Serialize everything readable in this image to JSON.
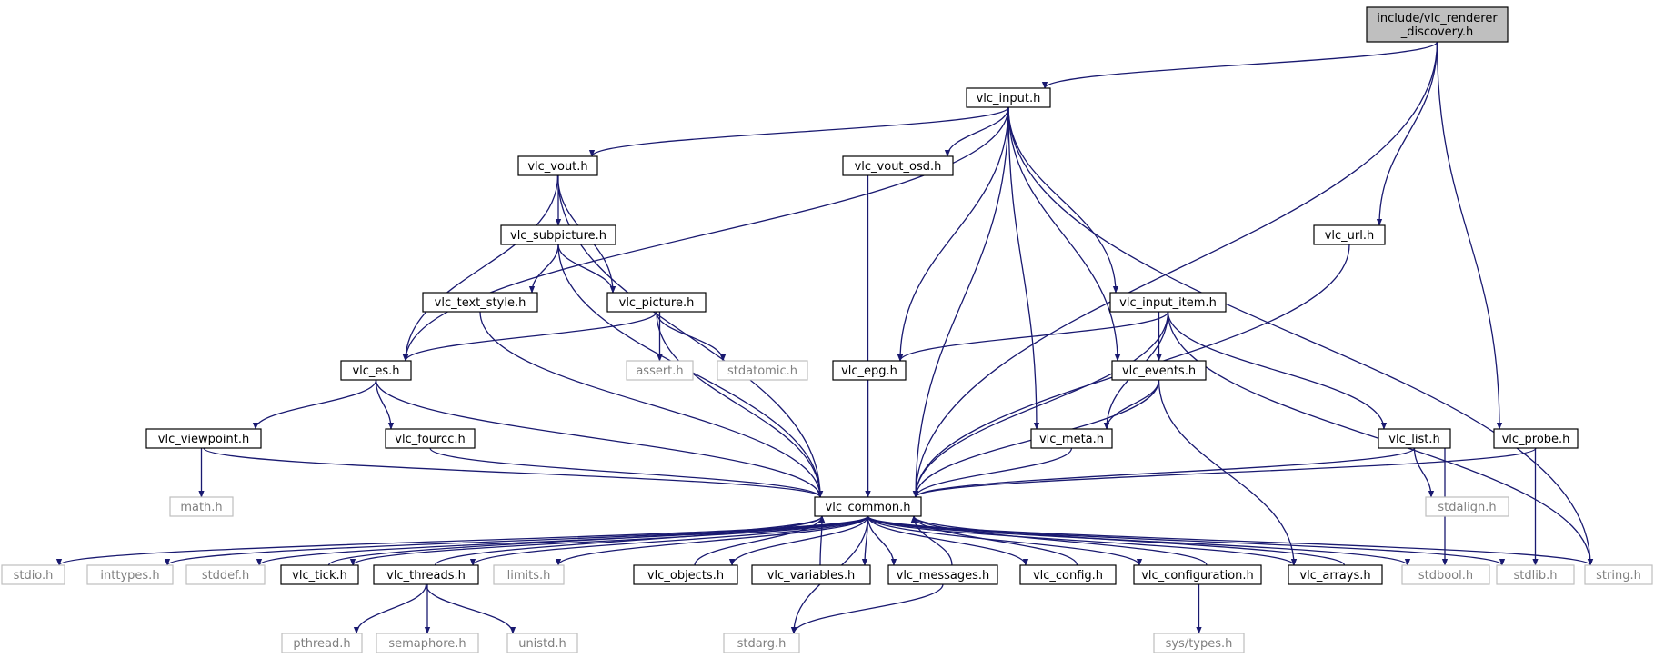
{
  "colors": {
    "edge": "#191970",
    "node_border": "#000000",
    "node_text": "#000000",
    "external_border": "#bfbfbf",
    "external_text": "#7f7f7f",
    "root_fill": "#bfbfbf",
    "node_fill": "#ffffff"
  },
  "nodes": [
    {
      "id": "root",
      "label": "include/vlc_renderer\n_discovery.h",
      "kind": "root"
    },
    {
      "id": "vlc_input",
      "label": "vlc_input.h",
      "kind": "header"
    },
    {
      "id": "vlc_vout",
      "label": "vlc_vout.h",
      "kind": "header"
    },
    {
      "id": "vlc_vout_osd",
      "label": "vlc_vout_osd.h",
      "kind": "header"
    },
    {
      "id": "vlc_url",
      "label": "vlc_url.h",
      "kind": "header"
    },
    {
      "id": "vlc_subpicture",
      "label": "vlc_subpicture.h",
      "kind": "header"
    },
    {
      "id": "vlc_text_style",
      "label": "vlc_text_style.h",
      "kind": "header"
    },
    {
      "id": "vlc_picture",
      "label": "vlc_picture.h",
      "kind": "header"
    },
    {
      "id": "vlc_input_item",
      "label": "vlc_input_item.h",
      "kind": "header"
    },
    {
      "id": "vlc_es",
      "label": "vlc_es.h",
      "kind": "header"
    },
    {
      "id": "assert",
      "label": "assert.h",
      "kind": "external"
    },
    {
      "id": "stdatomic",
      "label": "stdatomic.h",
      "kind": "external"
    },
    {
      "id": "vlc_epg",
      "label": "vlc_epg.h",
      "kind": "header"
    },
    {
      "id": "vlc_events",
      "label": "vlc_events.h",
      "kind": "header"
    },
    {
      "id": "vlc_viewpoint",
      "label": "vlc_viewpoint.h",
      "kind": "header"
    },
    {
      "id": "vlc_fourcc",
      "label": "vlc_fourcc.h",
      "kind": "header"
    },
    {
      "id": "vlc_meta",
      "label": "vlc_meta.h",
      "kind": "header"
    },
    {
      "id": "vlc_list",
      "label": "vlc_list.h",
      "kind": "header"
    },
    {
      "id": "vlc_probe",
      "label": "vlc_probe.h",
      "kind": "header"
    },
    {
      "id": "math",
      "label": "math.h",
      "kind": "external"
    },
    {
      "id": "vlc_common",
      "label": "vlc_common.h",
      "kind": "header"
    },
    {
      "id": "stdalign",
      "label": "stdalign.h",
      "kind": "external"
    },
    {
      "id": "stdio",
      "label": "stdio.h",
      "kind": "external"
    },
    {
      "id": "inttypes",
      "label": "inttypes.h",
      "kind": "external"
    },
    {
      "id": "stddef",
      "label": "stddef.h",
      "kind": "external"
    },
    {
      "id": "vlc_tick",
      "label": "vlc_tick.h",
      "kind": "header"
    },
    {
      "id": "vlc_threads",
      "label": "vlc_threads.h",
      "kind": "header"
    },
    {
      "id": "limits",
      "label": "limits.h",
      "kind": "external"
    },
    {
      "id": "vlc_objects",
      "label": "vlc_objects.h",
      "kind": "header"
    },
    {
      "id": "vlc_variables",
      "label": "vlc_variables.h",
      "kind": "header"
    },
    {
      "id": "vlc_messages",
      "label": "vlc_messages.h",
      "kind": "header"
    },
    {
      "id": "vlc_config",
      "label": "vlc_config.h",
      "kind": "header"
    },
    {
      "id": "vlc_configuration",
      "label": "vlc_configuration.h",
      "kind": "header"
    },
    {
      "id": "vlc_arrays",
      "label": "vlc_arrays.h",
      "kind": "header"
    },
    {
      "id": "stdbool",
      "label": "stdbool.h",
      "kind": "external"
    },
    {
      "id": "stdlib",
      "label": "stdlib.h",
      "kind": "external"
    },
    {
      "id": "string",
      "label": "string.h",
      "kind": "external"
    },
    {
      "id": "pthread",
      "label": "pthread.h",
      "kind": "external"
    },
    {
      "id": "semaphore",
      "label": "semaphore.h",
      "kind": "external"
    },
    {
      "id": "unistd",
      "label": "unistd.h",
      "kind": "external"
    },
    {
      "id": "stdarg",
      "label": "stdarg.h",
      "kind": "external"
    },
    {
      "id": "sys_types",
      "label": "sys/types.h",
      "kind": "external"
    }
  ],
  "edges": [
    [
      "root",
      "vlc_input"
    ],
    [
      "root",
      "vlc_url"
    ],
    [
      "root",
      "vlc_common"
    ],
    [
      "root",
      "vlc_probe"
    ],
    [
      "vlc_input",
      "vlc_vout"
    ],
    [
      "vlc_input",
      "vlc_vout_osd"
    ],
    [
      "vlc_input",
      "vlc_es"
    ],
    [
      "vlc_input",
      "vlc_epg"
    ],
    [
      "vlc_input",
      "vlc_common"
    ],
    [
      "vlc_input",
      "vlc_meta"
    ],
    [
      "vlc_input",
      "vlc_events"
    ],
    [
      "vlc_input",
      "vlc_input_item"
    ],
    [
      "vlc_input",
      "string"
    ],
    [
      "vlc_vout",
      "vlc_subpicture"
    ],
    [
      "vlc_vout",
      "vlc_picture"
    ],
    [
      "vlc_vout",
      "vlc_es"
    ],
    [
      "vlc_vout",
      "vlc_common"
    ],
    [
      "vlc_subpicture",
      "vlc_text_style"
    ],
    [
      "vlc_subpicture",
      "vlc_picture"
    ],
    [
      "vlc_subpicture",
      "vlc_common"
    ],
    [
      "vlc_text_style",
      "vlc_common"
    ],
    [
      "vlc_picture",
      "vlc_es"
    ],
    [
      "vlc_picture",
      "assert"
    ],
    [
      "vlc_picture",
      "stdatomic"
    ],
    [
      "vlc_picture",
      "vlc_common"
    ],
    [
      "vlc_vout_osd",
      "vlc_common"
    ],
    [
      "vlc_url",
      "vlc_common"
    ],
    [
      "vlc_es",
      "vlc_viewpoint"
    ],
    [
      "vlc_es",
      "vlc_fourcc"
    ],
    [
      "vlc_es",
      "vlc_common"
    ],
    [
      "vlc_viewpoint",
      "math"
    ],
    [
      "vlc_viewpoint",
      "vlc_common"
    ],
    [
      "vlc_fourcc",
      "vlc_common"
    ],
    [
      "vlc_epg",
      "vlc_common"
    ],
    [
      "vlc_input_item",
      "vlc_epg"
    ],
    [
      "vlc_input_item",
      "vlc_events"
    ],
    [
      "vlc_input_item",
      "vlc_meta"
    ],
    [
      "vlc_input_item",
      "vlc_common"
    ],
    [
      "vlc_input_item",
      "vlc_list"
    ],
    [
      "vlc_input_item",
      "string"
    ],
    [
      "vlc_events",
      "vlc_meta"
    ],
    [
      "vlc_events",
      "vlc_common"
    ],
    [
      "vlc_events",
      "vlc_arrays"
    ],
    [
      "vlc_meta",
      "vlc_common"
    ],
    [
      "vlc_list",
      "vlc_common"
    ],
    [
      "vlc_list",
      "stdalign"
    ],
    [
      "vlc_list",
      "stdbool"
    ],
    [
      "vlc_probe",
      "vlc_common"
    ],
    [
      "vlc_probe",
      "stdlib"
    ],
    [
      "vlc_common",
      "stdio"
    ],
    [
      "vlc_common",
      "inttypes"
    ],
    [
      "vlc_common",
      "stddef"
    ],
    [
      "vlc_common",
      "vlc_tick"
    ],
    [
      "vlc_common",
      "vlc_threads"
    ],
    [
      "vlc_common",
      "limits"
    ],
    [
      "vlc_common",
      "vlc_objects"
    ],
    [
      "vlc_common",
      "vlc_variables"
    ],
    [
      "vlc_common",
      "vlc_messages"
    ],
    [
      "vlc_common",
      "vlc_config"
    ],
    [
      "vlc_common",
      "vlc_configuration"
    ],
    [
      "vlc_common",
      "vlc_arrays"
    ],
    [
      "vlc_common",
      "stdbool"
    ],
    [
      "vlc_common",
      "stdlib"
    ],
    [
      "vlc_common",
      "string"
    ],
    [
      "vlc_common",
      "stdarg"
    ],
    [
      "vlc_tick",
      "vlc_common"
    ],
    [
      "vlc_threads",
      "vlc_common"
    ],
    [
      "vlc_objects",
      "vlc_common"
    ],
    [
      "vlc_variables",
      "vlc_common"
    ],
    [
      "vlc_messages",
      "vlc_common"
    ],
    [
      "vlc_config",
      "vlc_common"
    ],
    [
      "vlc_configuration",
      "vlc_common"
    ],
    [
      "vlc_arrays",
      "vlc_common"
    ],
    [
      "vlc_threads",
      "pthread"
    ],
    [
      "vlc_threads",
      "semaphore"
    ],
    [
      "vlc_threads",
      "unistd"
    ],
    [
      "vlc_messages",
      "stdarg"
    ],
    [
      "vlc_configuration",
      "sys_types"
    ]
  ]
}
